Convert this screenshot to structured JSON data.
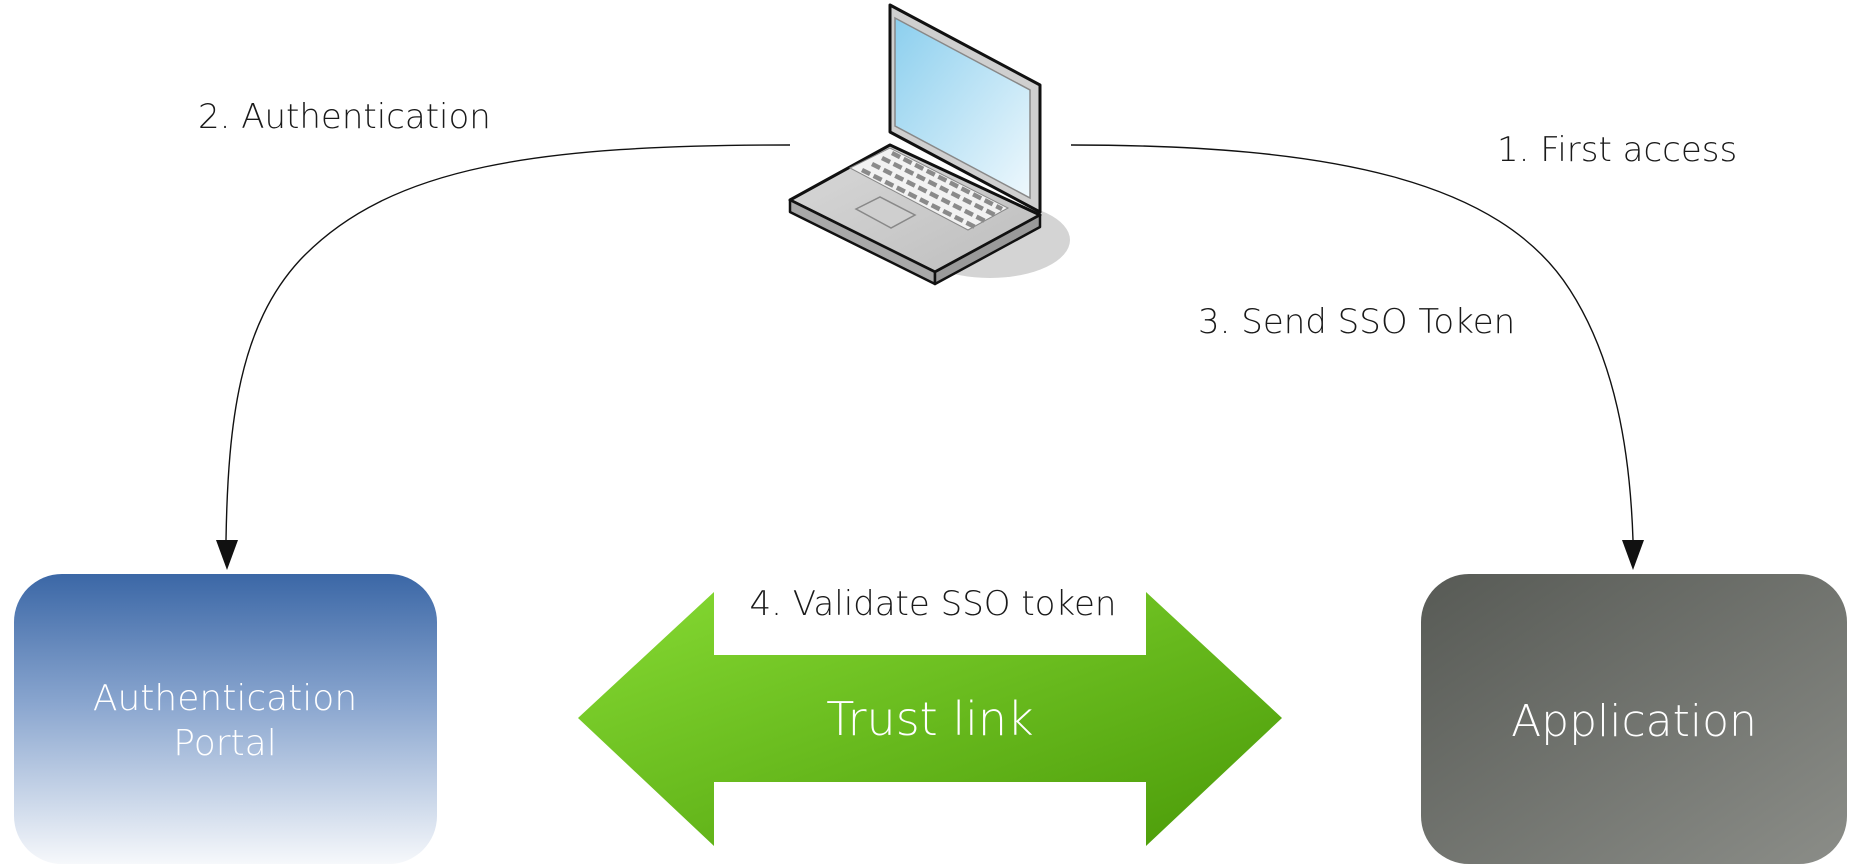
{
  "steps": {
    "first_access": "1. First access",
    "authentication": "2. Authentication",
    "send_sso_token": "3. Send SSO Token",
    "validate_sso_token": "4. Validate SSO token"
  },
  "nodes": {
    "auth_portal": {
      "line1": "Authentication",
      "line2": "Portal"
    },
    "application": {
      "label": "Application"
    },
    "client": {
      "icon": "laptop-icon"
    }
  },
  "trust_link": {
    "label": "Trust link"
  },
  "colors": {
    "portal_top": "#3b67a6",
    "portal_bottom": "#f4f6fa",
    "application_dark": "#5a5d58",
    "application_light": "#8a8c87",
    "trust_light": "#7fd42e",
    "trust_dark": "#4f9e0a",
    "arrow": "#111111"
  }
}
